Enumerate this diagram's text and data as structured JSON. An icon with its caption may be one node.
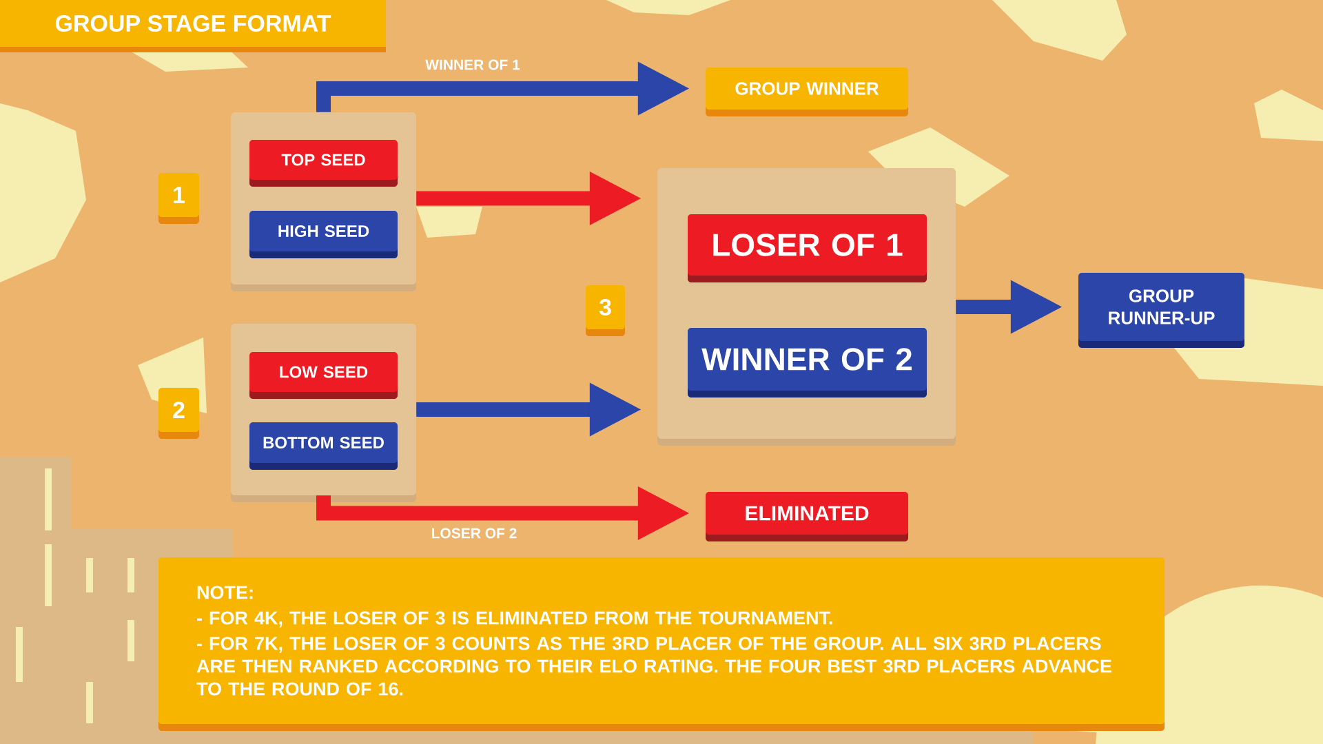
{
  "diagram": {
    "title": "GROUP STAGE FORMAT",
    "nodes": [
      {
        "text": [
          "1"
        ]
      },
      {
        "text": [],
        "shape": "box"
      },
      {
        "text": [
          "TOP SEED"
        ],
        "in": 1
      },
      {
        "text": [
          "HIGH SEED"
        ],
        "in": 1
      },
      {
        "text": [
          "2"
        ]
      },
      {
        "text": [],
        "shape": "box"
      },
      {
        "text": [
          "LOW SEED"
        ],
        "in": 5
      },
      {
        "text": [
          "BOTTOM SEED"
        ],
        "in": 5
      },
      {
        "text": [
          "GROUP WINNER"
        ]
      },
      {
        "text": [
          "3"
        ]
      },
      {
        "text": [],
        "shape": "box"
      },
      {
        "text": [
          "LOSER OF 1"
        ],
        "in": 10
      },
      {
        "text": [
          "WINNER OF 2"
        ],
        "in": 10
      },
      {
        "text": [
          "GROUP RUNNER-UP"
        ]
      },
      {
        "text": [
          "ELIMINATED"
        ]
      },
      {
        "text": [
          "NOTE:",
          "- FOR 4K, THE LOSER OF 3 IS ELIMINATED FROM THE TOURNAMENT.",
          "- FOR 7K, THE LOSER OF 3 COUNTS AS THE 3RD PLACER OF THE GROUP. ALL SIX 3RD PLACERS ARE THEN RANKED ACCORDING TO THEIR ELO RATING. THE FOUR BEST 3RD PLACERS ADVANCE TO THE ROUND OF 16."
        ]
      }
    ],
    "edges": [
      {
        "from": 1,
        "to": 8,
        "arrow": "to",
        "label": "WINNER OF 1"
      },
      {
        "from": 1,
        "to": 10,
        "arrow": "to",
        "color": "#ed1c24"
      },
      {
        "from": 5,
        "to": 10,
        "arrow": "to"
      },
      {
        "from": 5,
        "to": 14,
        "arrow": "to",
        "label": "LOSER OF 2",
        "color": "#ed1c24"
      },
      {
        "from": 10,
        "to": 13,
        "arrow": "to"
      }
    ]
  }
}
